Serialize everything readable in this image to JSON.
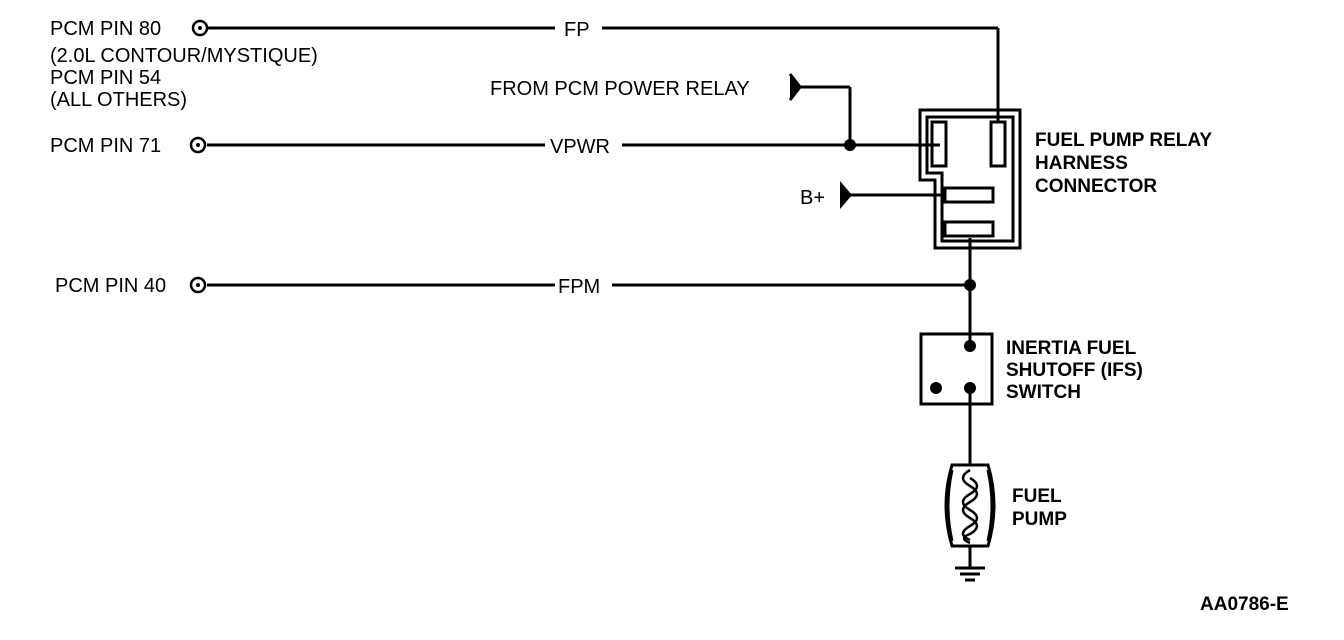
{
  "pins": {
    "pin80": "PCM PIN 80",
    "pin80_note": "(2.0L CONTOUR/MYSTIQUE)",
    "pin54": "PCM PIN 54",
    "pin54_note": "(ALL OTHERS)",
    "pin71": "PCM PIN 71",
    "pin40": "PCM PIN 40"
  },
  "wires": {
    "fp": "FP",
    "vpwr": "VPWR",
    "fpm": "FPM"
  },
  "sources": {
    "pcm_power_relay": "FROM PCM POWER RELAY",
    "battery": "B+"
  },
  "components": {
    "relay_connector": [
      "FUEL PUMP RELAY",
      "HARNESS",
      "CONNECTOR"
    ],
    "ifs_switch": [
      "INERTIA FUEL",
      "SHUTOFF (IFS)",
      "SWITCH"
    ],
    "fuel_pump": [
      "FUEL",
      "PUMP"
    ]
  },
  "figure_id": "AA0786-E"
}
